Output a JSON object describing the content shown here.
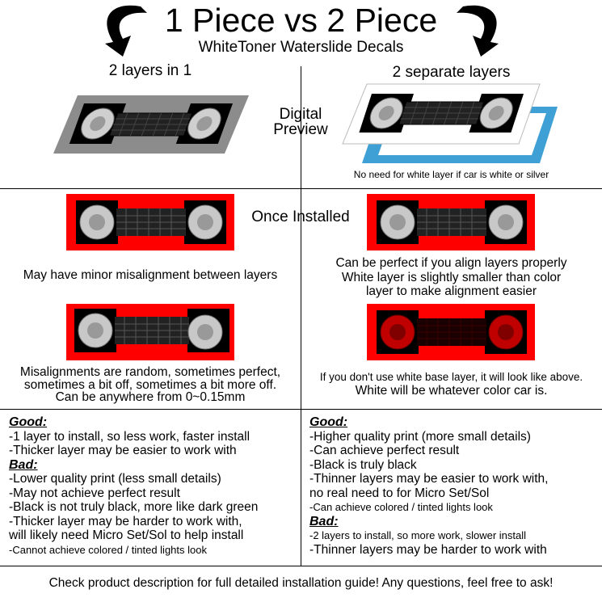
{
  "header": {
    "title": "1 Piece vs 2 Piece",
    "subtitle": "WhiteToner Waterslide Decals"
  },
  "columns": {
    "left_heading": "2 layers in 1",
    "right_heading": "2 separate layers"
  },
  "preview": {
    "label_line1": "Digital",
    "label_line2": "Preview",
    "right_note": "No need for white layer if car is white or silver"
  },
  "installed": {
    "label": "Once Installed",
    "left_caption": "May have minor misalignment between layers",
    "right_caption_lines": [
      "Can be perfect if you align layers properly",
      "White layer is slightly smaller than color",
      "layer to make alignment easier"
    ],
    "left_misalign_lines": [
      "Misalignments are random, sometimes perfect,",
      "sometimes a bit off, sometimes a bit more off.",
      "Can be anywhere from 0~0.15mm"
    ],
    "right_nowhite_lines": [
      "If you don't use white base layer, it will look like above.",
      "White will be whatever color car is."
    ]
  },
  "left_list": {
    "good_label": "Good:",
    "good_items": [
      "-1 layer to install, so less work, faster install",
      "-Thicker layer may be easier to work with"
    ],
    "bad_label": "Bad:",
    "bad_items": [
      "-Lower quality print (less small details)",
      "-May not achieve perfect result",
      "-Black is not truly black, more like dark green",
      "-Thicker layer may be harder to work with,",
      "will likely need Micro Set/Sol to help install"
    ],
    "bad_small_item": "-Cannot achieve colored / tinted lights look"
  },
  "right_list": {
    "good_label": "Good:",
    "good_items": [
      "-Higher quality print (more small details)",
      "-Can achieve perfect result",
      "-Black is truly black",
      "-Thinner layers may be easier to work with,",
      "no real need to for Micro Set/Sol"
    ],
    "good_small_item": "-Can achieve colored / tinted lights look",
    "bad_label": "Bad:",
    "bad_small_item": "-2 layers to install, so more work, slower install",
    "bad_items": [
      "-Thinner layers may be harder to work with"
    ]
  },
  "footer": {
    "text": "Check product description for full detailed installation guide! Any questions, feel free to ask!"
  },
  "colors": {
    "red": "#ff0000",
    "blue": "#3fa0d6",
    "gray": "#8c8c8c",
    "black": "#000000"
  },
  "icons": [
    "curved-arrow-left-icon",
    "curved-arrow-right-icon"
  ]
}
